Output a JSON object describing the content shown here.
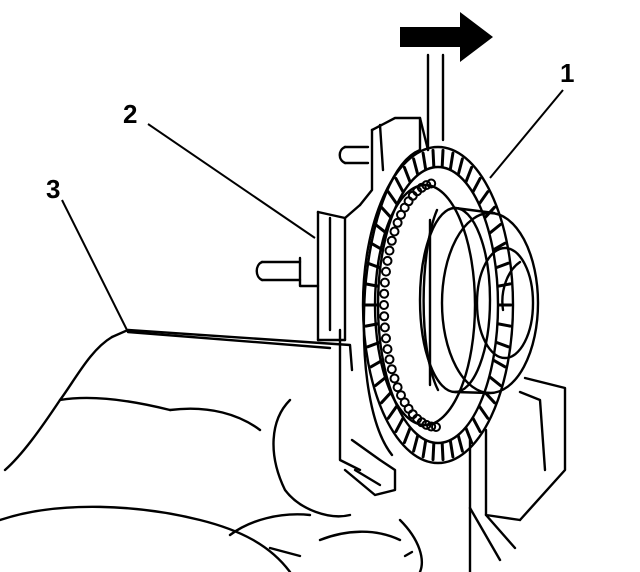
{
  "callouts": [
    {
      "label": "1"
    },
    {
      "label": "2"
    },
    {
      "label": "3"
    }
  ],
  "icons": {
    "arrow": "direction-arrow-icon"
  },
  "colors": {
    "ink": "#000000",
    "paper": "#ffffff"
  }
}
